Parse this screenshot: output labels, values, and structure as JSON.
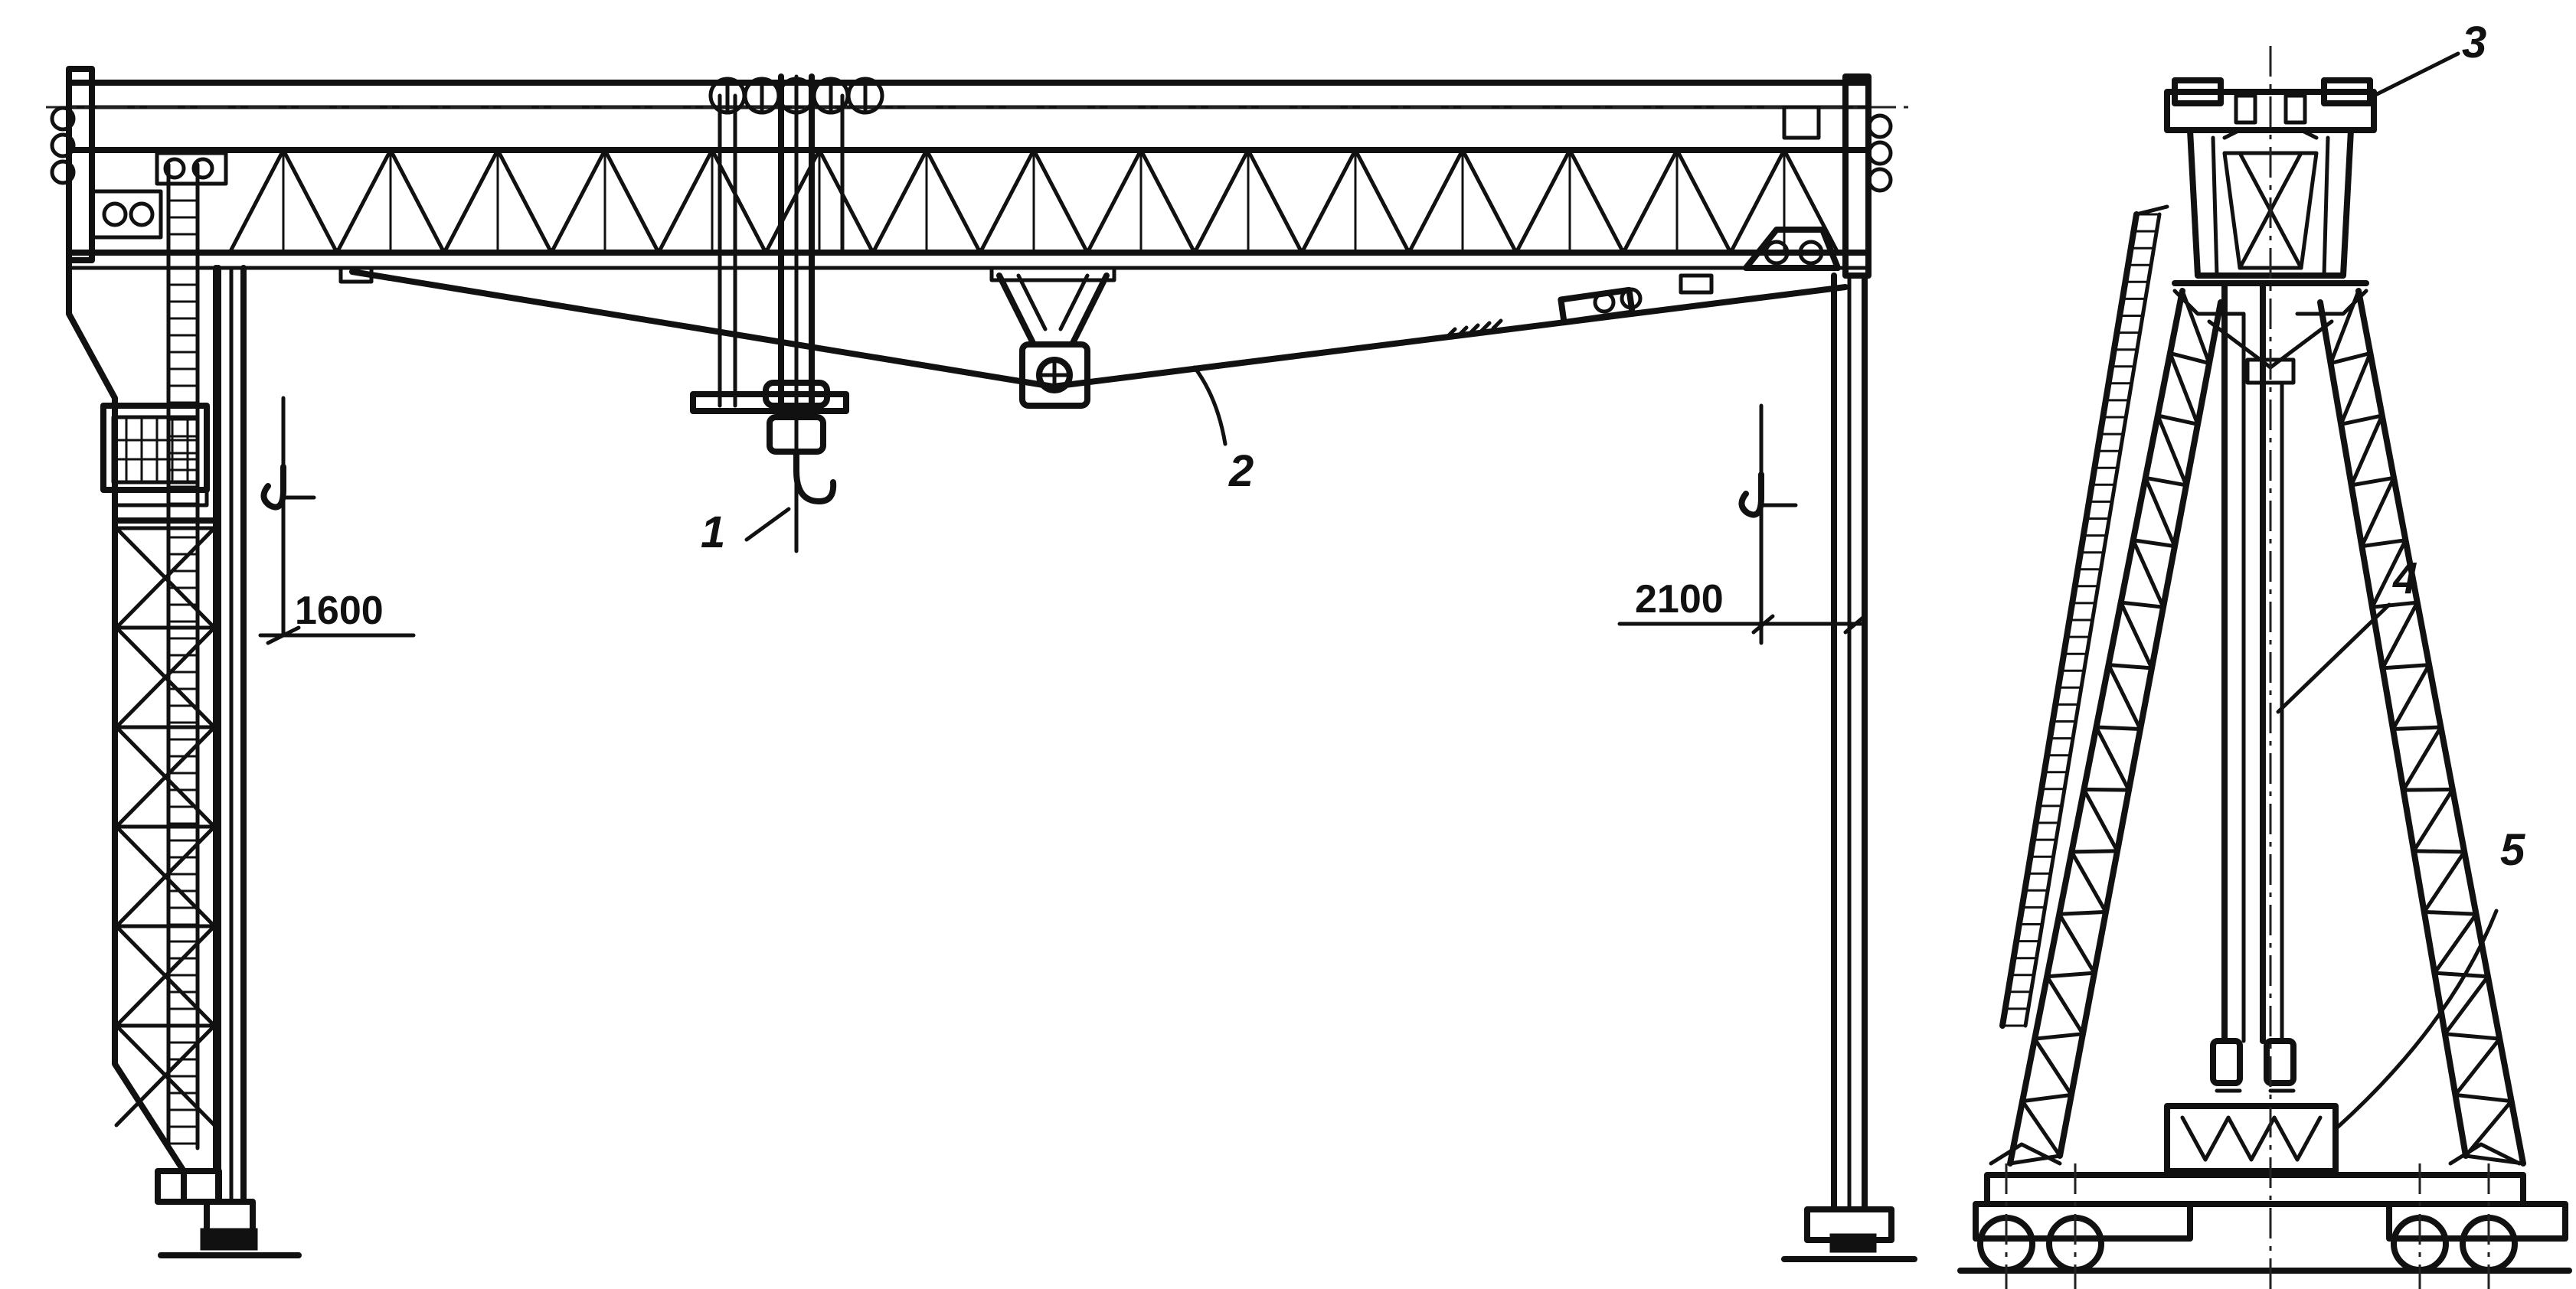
{
  "labels": {
    "hook": "1",
    "brace_rod": "2",
    "top_trolley": "3",
    "hoist_rope": "4",
    "bottom_block": "5"
  },
  "dimensions": {
    "left_hook_clearance": "1600",
    "right_hook_clearance": "2100"
  }
}
